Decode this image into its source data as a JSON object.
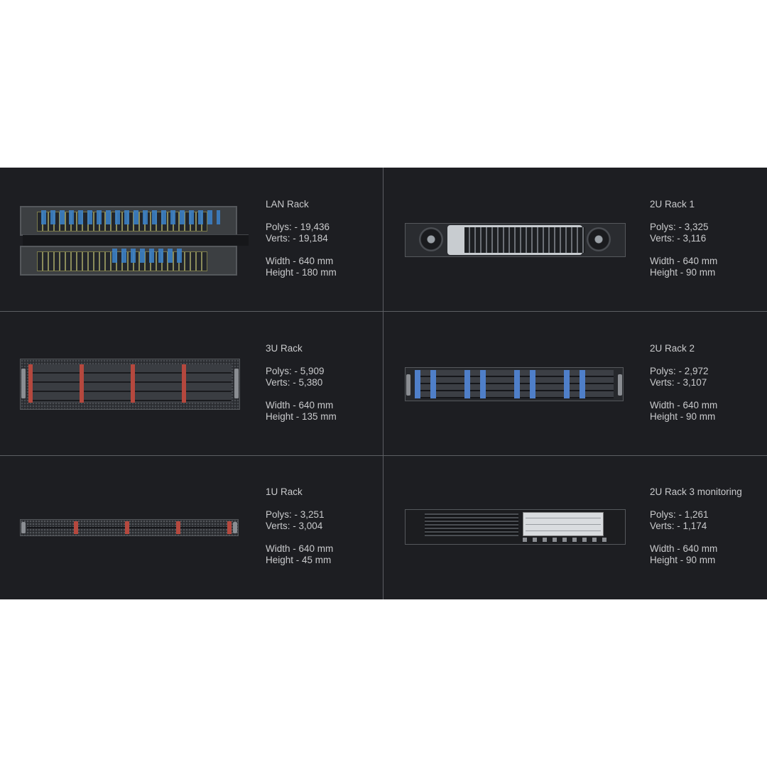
{
  "items": [
    {
      "title": "LAN  Rack",
      "polys": "Polys: - 19,436",
      "verts": "Verts: - 19,184",
      "width": "Width - 640 mm",
      "height": "Height - 180 mm"
    },
    {
      "title": "2U Rack 1",
      "polys": "Polys: - 3,325",
      "verts": "Verts: - 3,116",
      "width": "Width - 640 mm",
      "height": "Height - 90 mm"
    },
    {
      "title": "3U Rack",
      "polys": "Polys: - 5,909",
      "verts": "Verts: - 5,380",
      "width": "Width - 640 mm",
      "height": "Height - 135 mm"
    },
    {
      "title": "2U Rack 2",
      "polys": "Polys: - 2,972",
      "verts": "Verts: - 3,107",
      "width": "Width - 640 mm",
      "height": "Height - 90 mm"
    },
    {
      "title": "1U Rack",
      "polys": "Polys: - 3,251",
      "verts": "Verts: - 3,004",
      "width": "Width - 640 mm",
      "height": "Height - 45 mm"
    },
    {
      "title": "2U Rack 3 monitoring",
      "polys": "Polys: - 1,261",
      "verts": "Verts: - 1,174",
      "width": "Width - 640 mm",
      "height": "Height - 90 mm"
    }
  ],
  "colors": {
    "panel": "#1d1e22",
    "divider": "#5c5e63",
    "text": "#c9cacc",
    "cable": "#3b7fc4",
    "bay_red": "#b5483e",
    "bay_blue": "#4f7fc9"
  }
}
